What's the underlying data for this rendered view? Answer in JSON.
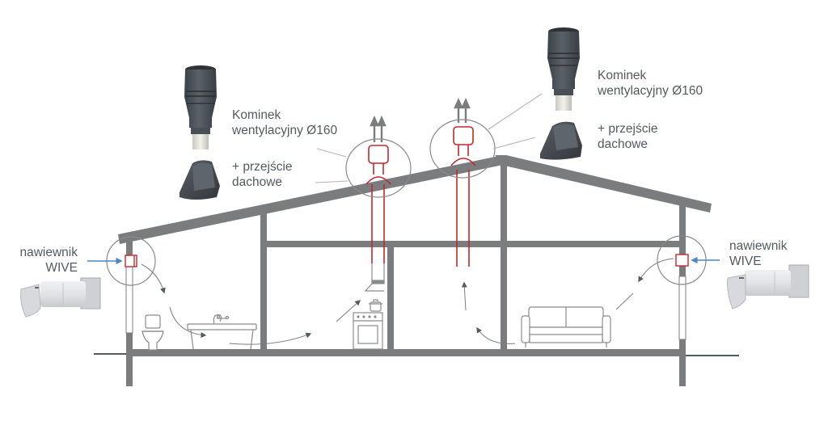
{
  "diagram": {
    "title": "Wentylacja hybrydowa – schemat przekroju domu",
    "colors": {
      "structure": "#7b7c7e",
      "duct": "#c0292e",
      "supply_arrow": "#4a86c5",
      "flow_arrow": "#666a6e",
      "callout_circle": "#8a8a8a",
      "leader_line": "#b5b5b5",
      "text": "#555a5f",
      "product_dark": "#4a4f55",
      "product_light": "#dcdde0"
    },
    "labels": {
      "chimney_left_line1": "Kominek",
      "chimney_left_line2": "wentylacyjny Ø160",
      "roof_left_line1": "+ przejście",
      "roof_left_line2": "dachowe",
      "chimney_right_line1": "Kominek",
      "chimney_right_line2": "wentylacyjny Ø160",
      "roof_right_line1": "+ przejście",
      "roof_right_line2": "dachowe",
      "inlet_left_line1": "nawiewnik",
      "inlet_left_line2": "WIVE",
      "inlet_right_line1": "nawiewnik",
      "inlet_right_line2": "WIVE"
    },
    "rooms": [
      "bathroom",
      "kitchen",
      "hallway",
      "living-room"
    ],
    "components": [
      {
        "name": "Kominek wentylacyjny",
        "diameter": "Ø160",
        "count": 2
      },
      {
        "name": "przejście dachowe",
        "count": 2
      },
      {
        "name": "nawiewnik WIVE",
        "count": 2
      }
    ]
  }
}
